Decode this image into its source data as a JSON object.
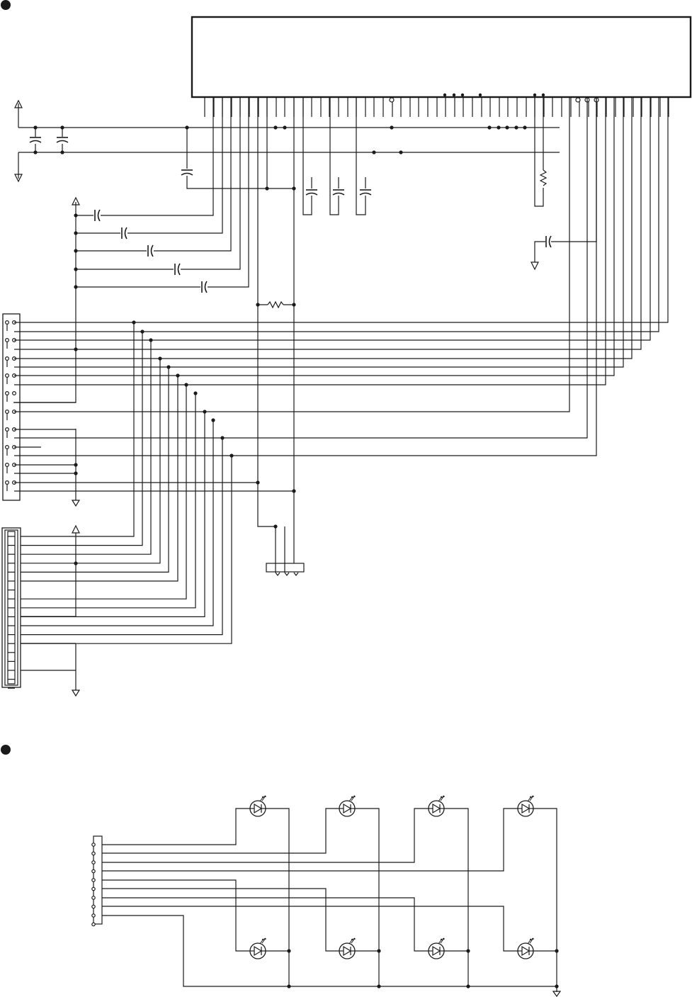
{
  "document": {
    "kind": "schematic",
    "text_visible": []
  },
  "sections": [
    {
      "id": "lcd-driver-circuit",
      "marker": "filled-circle-bullet"
    },
    {
      "id": "led-backlight-circuit",
      "marker": "filled-circle-bullet"
    }
  ],
  "colors": {
    "ink": "#1a1a1a",
    "paper": "#ffffff"
  },
  "symbols": [
    "power-arrow-up-icon",
    "ground-arrow-down-icon",
    "capacitor-icon",
    "resistor-icon",
    "led-icon",
    "connector-icon",
    "junction-dot-icon"
  ]
}
